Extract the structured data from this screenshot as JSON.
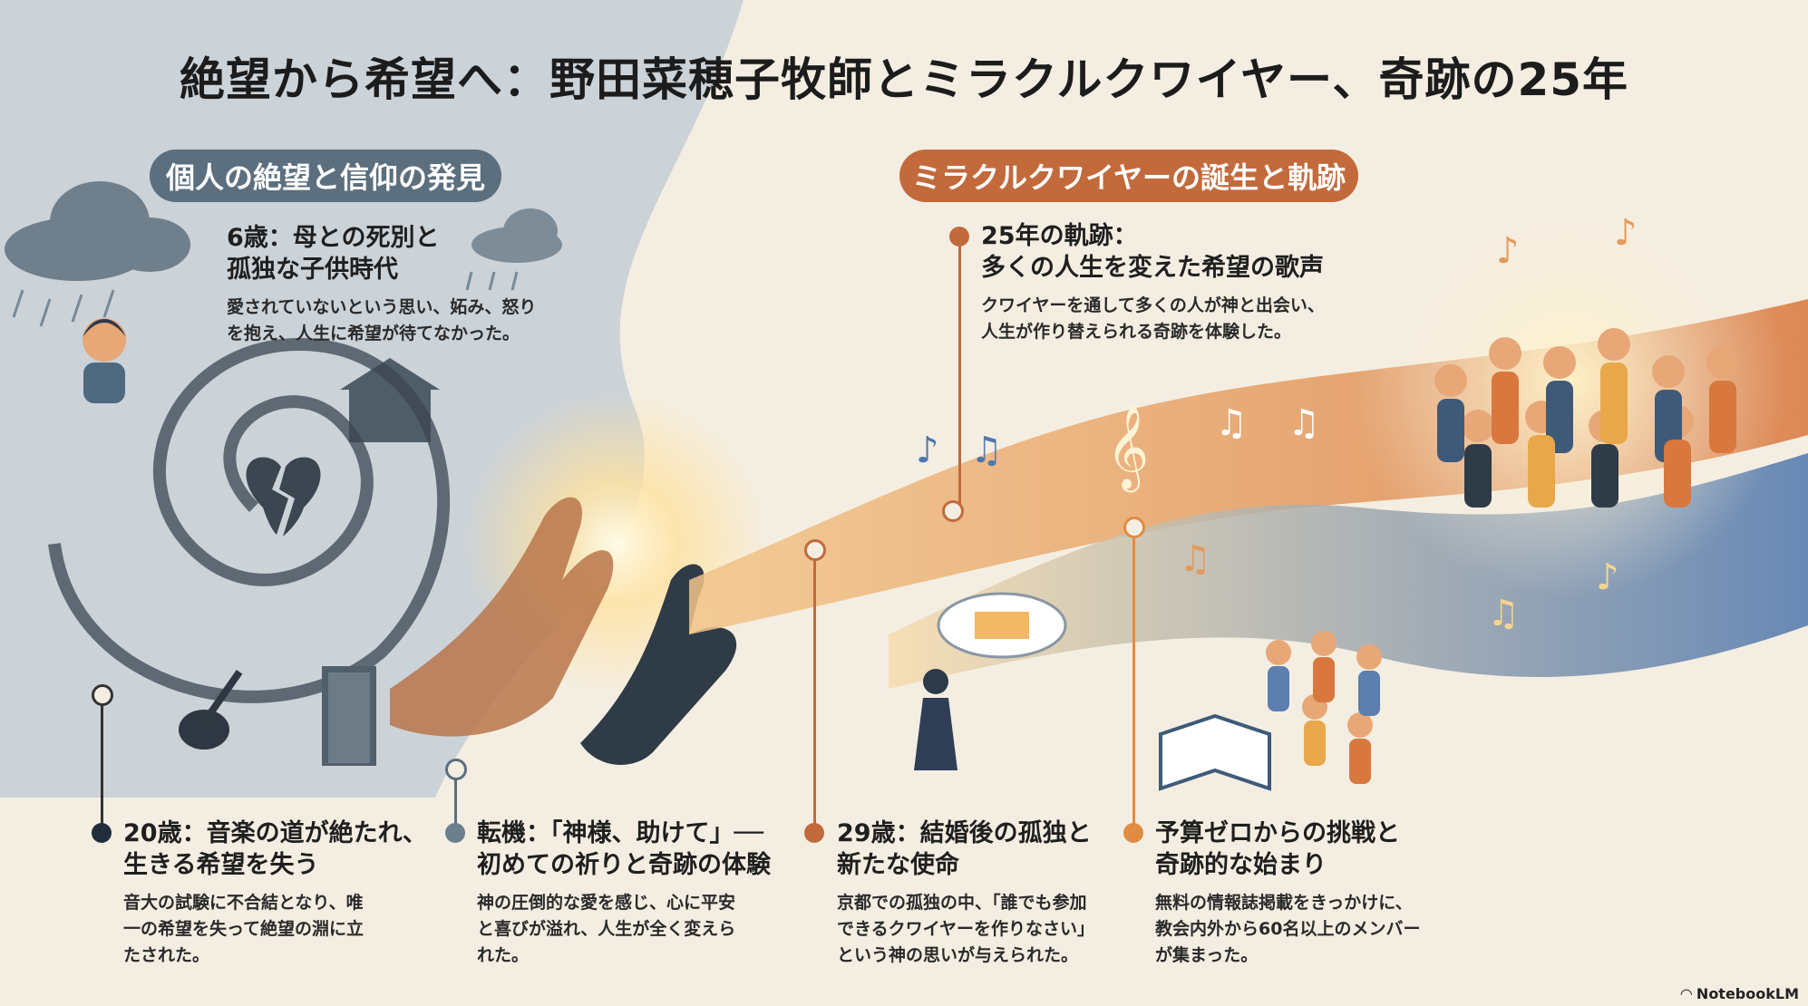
{
  "title": "絶望から希望へ：野田菜穂子牧師とミラクルクワイヤー、奇跡の25年",
  "sections": {
    "left_label": "個人の絶望と信仰の発見",
    "right_label": "ミラクルクワイヤーの誕生と軌跡"
  },
  "items": [
    {
      "heading_1": "6歳：母との死別と",
      "heading_2": "孤独な子供時代",
      "body_1": "愛されていないという思い、妬み、怒り",
      "body_2": "を抱え、人生に希望が待てなかった。"
    },
    {
      "heading_1": "25年の軌跡：",
      "heading_2": "多くの人生を変えた希望の歌声",
      "body_1": "クワイヤーを通して多くの人が神と出会い、",
      "body_2": "人生が作り替えられる奇跡を体験した。"
    },
    {
      "heading_1": "20歳：音楽の道が絶たれ、",
      "heading_2": "生きる希望を失う",
      "body_1": "音大の試験に不合結となり、唯",
      "body_2": "一の希望を失って絶望の淵に立",
      "body_3": "たされた。"
    },
    {
      "heading_1": "転機：「神様、助けて」──",
      "heading_2": "初めての祈りと奇跡の体験",
      "body_1": "神の圧倒的な愛を感じ、心に平安",
      "body_2": "と喜びが溢れ、人生が全く変えら",
      "body_3": "れた。"
    },
    {
      "heading_1": "29歳：結婚後の孤独と",
      "heading_2": "新たな使命",
      "body_1": "京都での孤独の中、「誰でも参加",
      "body_2": "できるクワイヤーを作りなさい」",
      "body_3": "という神の思いが与えられた。"
    },
    {
      "heading_1": "予算ゼロからの挑戦と",
      "heading_2": "奇跡的な始まり",
      "body_1": "無料の情報誌掲載をきっかけに、",
      "body_2": "教会内外から60名以上のメンバー",
      "body_3": "が集まった。"
    }
  ],
  "watermark": "NotebookLM",
  "colors": {
    "slate": "#5b6f7e",
    "orange": "#c26a3c",
    "navy": "#1f2d3d",
    "cream": "#f4eee2",
    "gold": "#e8a84a",
    "blue": "#5b7fae"
  }
}
